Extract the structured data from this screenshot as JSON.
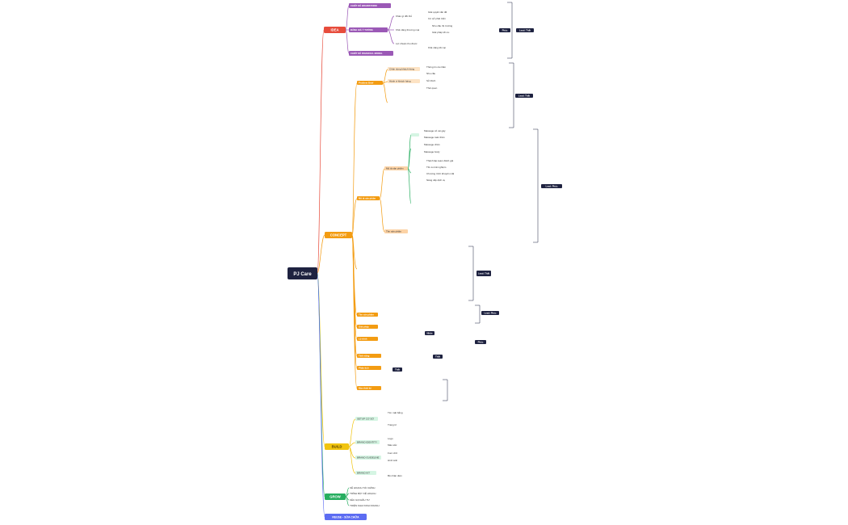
{
  "root": "PJ Care",
  "branches": {
    "idea": {
      "label": "IDEA",
      "sub1": "CHIẾT KẾ BRAINSTORM",
      "sub2": "ĐÁNH GIÁ Ý TƯỞNG",
      "sub3": "CHIẾT KẾ FINANCIAL MODEL",
      "items": [
        "Khác gì đối thủ",
        "Giải quyết vấn đề",
        "Cơ sở phát triển",
        "Khả năng thương mại",
        "Nhu cầu thị trường",
        "Giải pháp tối ưu",
        "Lợi nhuận thu được",
        "Khả năng tồn tại"
      ],
      "tag": "Phúc",
      "lead": "Lead: Thắt"
    },
    "concept": {
      "label": "CONCEPT",
      "sub": [
        "Problem Brief",
        "Chân dung khách hàng",
        "Hành vi khách hàng",
        "Mô tả sản phẩm",
        "Tên sản phẩm",
        "Giải pháp",
        "Lộ trình",
        "Tính năng",
        "Phân tích",
        "Bản thiết kế"
      ],
      "details": [
        "Thông tin cá nhân",
        "Nhu cầu",
        "Sở thích",
        "Thói quen",
        "Massage cổ vai gáy",
        "Massage toàn thân",
        "Massage chân",
        "Massage body",
        "Thành lập team đánh giá",
        "Tối ưu trải nghiệm",
        "Chương trình khuyến mãi",
        "Nâng cấp dịch vụ"
      ],
      "lead1": "Lead: Thắt",
      "lead2": "Lead: Phúc",
      "lead3": "Lead: Thắt",
      "lead4": "Lead: Phúc",
      "tags": [
        "Nhân",
        "Phúc",
        "Thắt",
        "Thắt"
      ]
    },
    "build": {
      "label": "BUILD",
      "sub": [
        "SETUP CƠ SỞ",
        "BRAND IDENTITY",
        "BRAND GUIDELINE",
        "BRAND KIT"
      ],
      "items": [
        "Tìm mặt bằng",
        "Trang trí",
        "Logo",
        "Màu sắc",
        "Font chữ",
        "Hình ảnh",
        "Bộ nhận diện"
      ]
    },
    "grow": {
      "label": "GROW",
      "items": [
        "KẾ HOẠCH TẢI CHÍNH",
        "TRÌNH BÀY KẾ HOẠCH",
        "KÊU GỌI ĐẦU TƯ",
        "TRIỂN KHAI KINH DOANH"
      ]
    },
    "reuse": {
      "label": "REUSE - SỬA CHỮA"
    }
  }
}
